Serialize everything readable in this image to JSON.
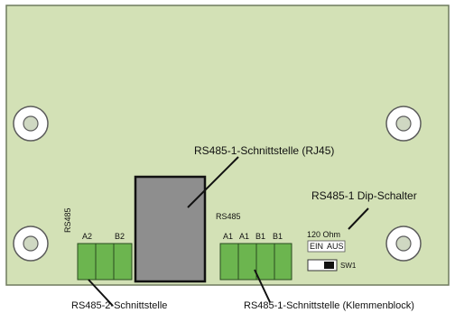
{
  "colors": {
    "board": "#d3e1b6",
    "board_border": "#6f7a5f",
    "rj45": "#8e8e8e",
    "terminal_green": "#6cb54f",
    "hole_outer": "#ffffff",
    "hole_inner": "#cfd8c2"
  },
  "labels": {
    "rj45_title": "RS485-1-Schnittstelle (RJ45)",
    "dip_title": "RS485-1 Dip-Schalter",
    "rs485_vertical": "RS485",
    "rs485_small": "RS485",
    "port2_caption": "RS485-2-Schnittstelle",
    "port1_caption": "RS485-1-Schnittstelle (Klemmenblock)",
    "ohm": "120 Ohm",
    "ein": "EIN",
    "aus": "AUS",
    "sw1": "SW1"
  },
  "terminals_port2": [
    "A2",
    "B2"
  ],
  "terminals_port1": [
    "A1",
    "A1",
    "B1",
    "B1"
  ]
}
